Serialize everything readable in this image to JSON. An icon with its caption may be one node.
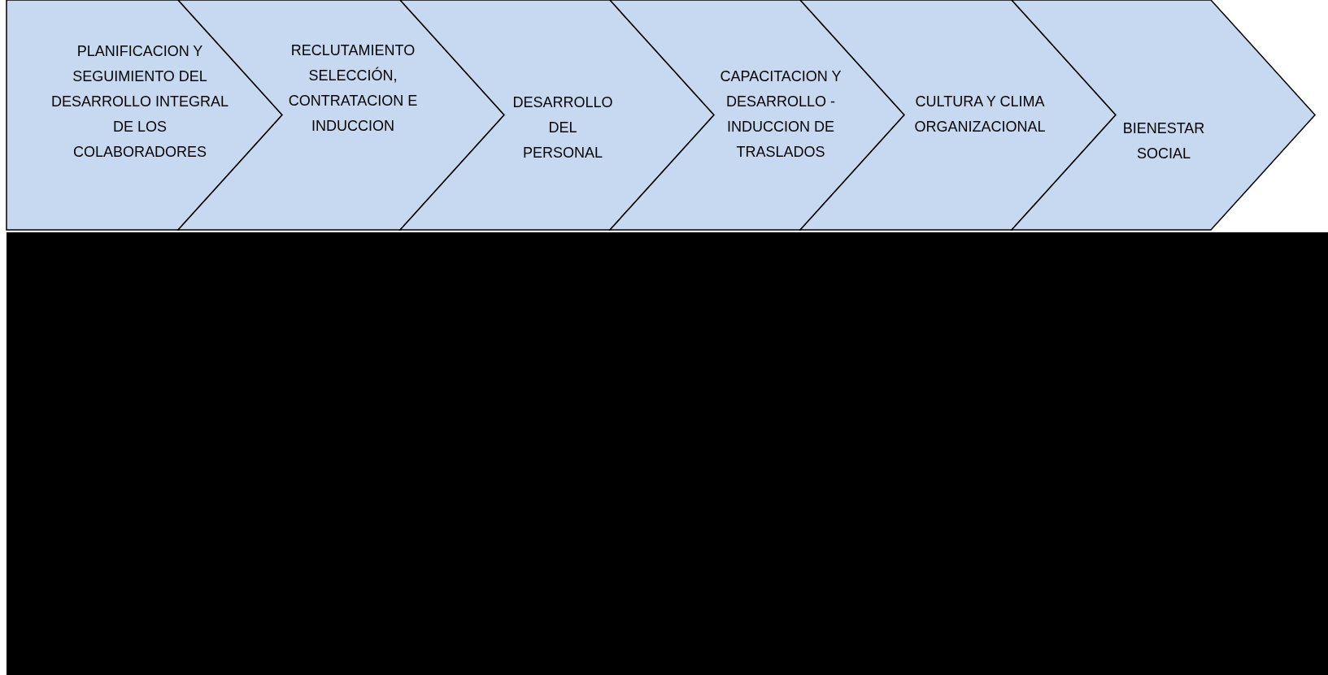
{
  "diagram": {
    "nodes": [
      {
        "text": [
          "PLANIFICACION Y SEGUIMIENTO DEL DESARROLLO INTEGRAL DE LOS COLABORADORES"
        ]
      },
      {
        "text": [
          "RECLUTAMIENTO SELECCIÓN, CONTRATACION E INDUCCION"
        ]
      },
      {
        "text": [
          "DESARROLLO DEL PERSONAL"
        ]
      },
      {
        "text": [
          "CAPACITACION Y DESARROLLO - INDUCCION DE TRASLADOS"
        ]
      },
      {
        "text": [
          "CULTURA Y CLIMA ORGANIZACIONAL"
        ]
      },
      {
        "text": [
          "BIENESTAR SOCIAL"
        ]
      }
    ]
  }
}
